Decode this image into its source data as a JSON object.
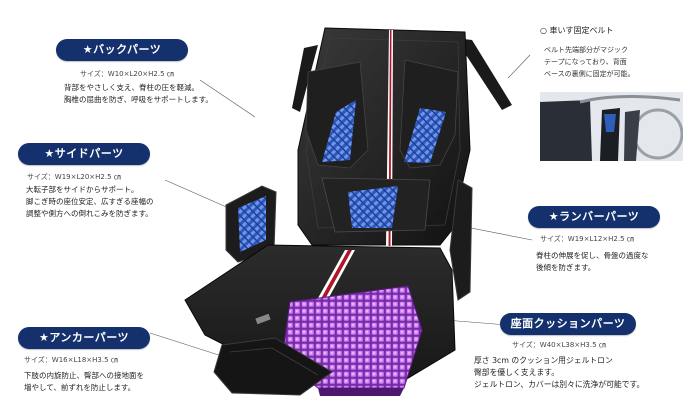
{
  "callouts": {
    "back": {
      "label": "★バックパーツ",
      "size": "サイズ：W10×L20×H2.5 ㎝",
      "lines": [
        "背部をやさしく支え、脊柱の圧を軽減。",
        "胸椎の屈曲を防ぎ、呼吸をサポートします。"
      ]
    },
    "side": {
      "label": "★サイドパーツ",
      "size": "サイズ：W19×L20×H2.5 ㎝",
      "lines": [
        "大転子部をサイドからサポート。",
        "脚こぎ時の座位安定、広すぎる座幅の",
        "調整や側方への倒れこみを防ぎます。"
      ]
    },
    "lumbar": {
      "label": "★ランバーパーツ",
      "size": "サイズ：W19×L12×H2.5 ㎝",
      "lines": [
        "脊柱の伸展を促し、骨盤の過度な",
        "後傾を防ぎます。"
      ]
    },
    "anchor": {
      "label": "★アンカーパーツ",
      "size": "サイズ：W16×L18×H3.5 ㎝",
      "lines": [
        "下肢の内旋防止、臀部への接地面を",
        "増やして、前ずれを防止します。"
      ]
    },
    "seat": {
      "label": "座面クッションパーツ",
      "size": "サイズ：W40×L38×H3.5 ㎝",
      "lines": [
        "厚さ 3cm のクッション用ジェルトロン",
        "臀部を優しく支えます。",
        "ジェルトロン、カバーは別々に洗浄が可能です。"
      ]
    }
  },
  "belt": {
    "title": "○ 車いす固定ベルト",
    "lines": [
      "ベルト先端部分がマジック",
      "テープになっており、背面",
      "ベースの裏側に固定が可能。"
    ]
  },
  "colors": {
    "label_bg": "#14316e",
    "cushion_black": "#1c1c1c",
    "gel_blue": "#3a64c8",
    "gel_purple": "#a24bd6",
    "stripe_red": "#b0162a"
  }
}
